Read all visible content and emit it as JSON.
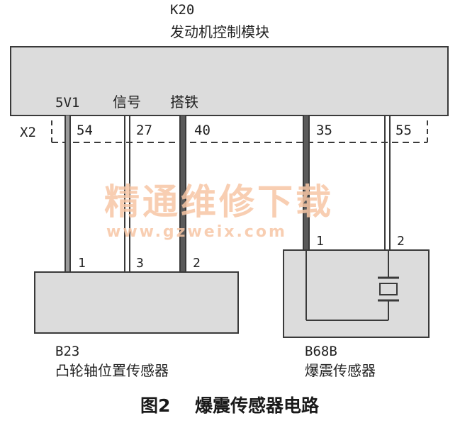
{
  "ecu": {
    "code": "K20",
    "name": "发动机控制模块"
  },
  "connector": {
    "label": "X2"
  },
  "ecu_pins": [
    {
      "func": "5V1",
      "num": "54"
    },
    {
      "func": "信号",
      "num": "27"
    },
    {
      "func": "搭铁",
      "num": "40"
    },
    {
      "func": "",
      "num": "35"
    },
    {
      "func": "",
      "num": "55"
    }
  ],
  "cam_sensor": {
    "code": "B23",
    "name": "凸轮轴位置传感器",
    "pins": [
      "1",
      "3",
      "2"
    ]
  },
  "knock_sensor": {
    "code": "B68B",
    "name": "爆震传感器",
    "pins": [
      "1",
      "2"
    ]
  },
  "watermark": {
    "cn": "精通维修下载",
    "url": "www.gzweix.com"
  },
  "caption": {
    "fig": "图2",
    "title": "爆震传感器电路"
  },
  "colors": {
    "box_fill": "#dcdcdc",
    "line": "#3a3a3a",
    "watermark": "#f7c6a5"
  }
}
